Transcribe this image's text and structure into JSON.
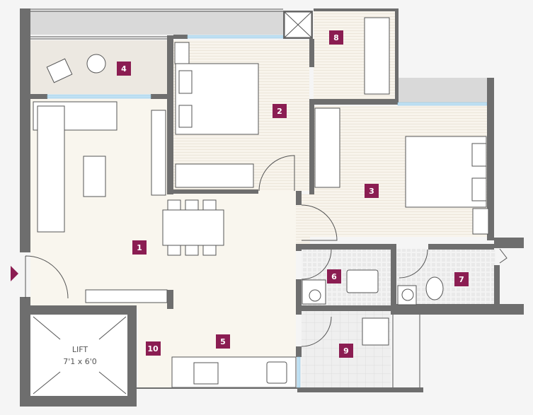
{
  "colors": {
    "label_bg": "#8b1d52",
    "wall": "#6e6e6e",
    "living_floor": "#f9f6ee",
    "balcony_floor": "#ece8e1",
    "bedroom_floor": "#f7f3ea",
    "bath_floor": "#efefef",
    "window": "#bfe0f3",
    "entry_arrow": "#8b1d52"
  },
  "rooms": [
    {
      "id": "1",
      "label": "1"
    },
    {
      "id": "2",
      "label": "2"
    },
    {
      "id": "3",
      "label": "3"
    },
    {
      "id": "4",
      "label": "4"
    },
    {
      "id": "5",
      "label": "5"
    },
    {
      "id": "6",
      "label": "6"
    },
    {
      "id": "7",
      "label": "7"
    },
    {
      "id": "8",
      "label": "8"
    },
    {
      "id": "9",
      "label": "9"
    },
    {
      "id": "10",
      "label": "10"
    }
  ],
  "lift": {
    "label": "LIFT",
    "dimensions": "7'1 x 6'0"
  },
  "icons": {
    "entry": "entry-arrow-icon"
  }
}
